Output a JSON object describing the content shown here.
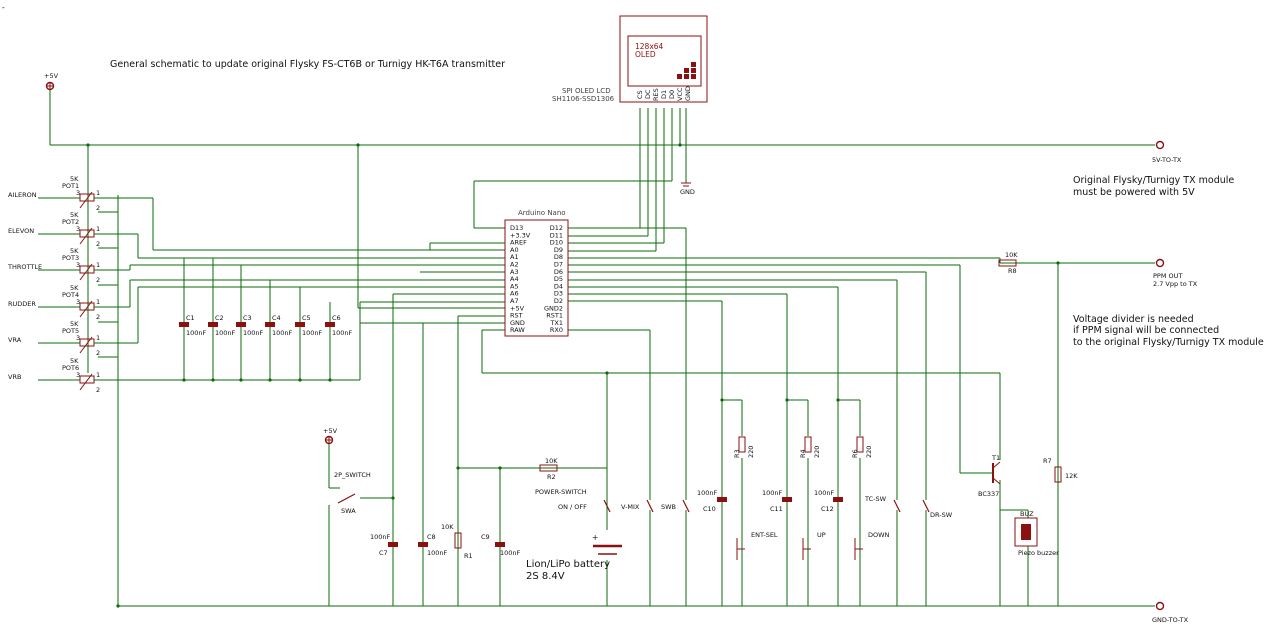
{
  "title": "General schematic to update original Flysky FS-CT6B  or Turnigy HK-T6A transmitter",
  "notes": {
    "power_note_1": "Original Flysky/Turnigy TX module",
    "power_note_2": "must be powered with 5V",
    "divider_note_1": "Voltage divider is needed",
    "divider_note_2": "if PPM signal will be connected",
    "divider_note_3": "to the original Flysky/Turnigy TX module"
  },
  "oled": {
    "screen_line1": "128x64",
    "screen_line2": "OLED",
    "label_1": "SPI OLED LCD",
    "label_2": "SH1106-SSD1306",
    "pins": [
      "CS",
      "DC",
      "RES",
      "D1",
      "D0",
      "VCC",
      "GND"
    ]
  },
  "nano": {
    "title": "Arduino Nano",
    "left_pins": [
      "D13",
      "+3.3V",
      "AREF",
      "A0",
      "A1",
      "A2",
      "A3",
      "A4",
      "A5",
      "A6",
      "A7",
      "+5V",
      "RST",
      "GND",
      "RAW"
    ],
    "right_pins": [
      "D12",
      "D11",
      "D10",
      "D9",
      "D8",
      "D7",
      "D6",
      "D5",
      "D4",
      "D3",
      "D2",
      "GND2",
      "RST1",
      "TX1",
      "RX0"
    ]
  },
  "power": {
    "vcc_top": "+5V",
    "vcc_switch": "+5V",
    "gnd_oled": "GND",
    "out_5v": "5V-TO-TX",
    "out_ppm": "PPM OUT",
    "out_ppm_sub": "2.7 Vpp to TX",
    "out_gnd": "GND-TO-TX"
  },
  "pots": [
    {
      "channel": "AILERON",
      "value": "5K",
      "name": "POT1"
    },
    {
      "channel": "ELEVON",
      "value": "5K",
      "name": "POT2"
    },
    {
      "channel": "THROTTLE",
      "value": "5K",
      "name": "POT3"
    },
    {
      "channel": "RUDDER",
      "value": "5K",
      "name": "POT4"
    },
    {
      "channel": "VRA",
      "value": "5K",
      "name": "POT5"
    },
    {
      "channel": "VRB",
      "value": "5K",
      "name": "POT6"
    }
  ],
  "pot_pin_numbers": [
    "1",
    "2",
    "3"
  ],
  "caps_row": [
    {
      "name": "C1",
      "value": "100nF"
    },
    {
      "name": "C2",
      "value": "100nF"
    },
    {
      "name": "C3",
      "value": "100nF"
    },
    {
      "name": "C4",
      "value": "100nF"
    },
    {
      "name": "C5",
      "value": "100nF"
    },
    {
      "name": "C6",
      "value": "100nF"
    }
  ],
  "components": {
    "r8_value": "10K",
    "r8_name": "R8",
    "r7_name": "R7",
    "r7_value": "12K",
    "r2_value": "10K",
    "r2_name": "R2",
    "r1_value": "10K",
    "r1_name": "R1",
    "r3_name": "R3",
    "r3_value": "220",
    "r4_name": "R4",
    "r4_value": "220",
    "r6_name": "R6",
    "r6_value": "220",
    "t1_name": "T1",
    "t1_part": "BC337",
    "buz_name": "BUZ",
    "buz_label": "Piezo buzzer",
    "c7_name": "C7",
    "c7_value": "100nF",
    "c8_name": "C8",
    "c8_value": "100nF",
    "c9_name": "C9",
    "c9_value": "100nF",
    "c10_name": "C10",
    "c10_value": "100nF",
    "c11_name": "C11",
    "c11_value": "100nF",
    "c12_name": "C12",
    "c12_value": "100nF",
    "battery_1": "Lion/LiPo battery",
    "battery_2": "2S 8.4V",
    "switch_2p": "2P_SWITCH",
    "swa": "SWA",
    "power_switch": "POWER-SWITCH",
    "on_off": "ON / OFF",
    "v_mix": "V-MIX",
    "swb": "SWB",
    "ent_sel": "ENT-SEL",
    "up": "UP",
    "down": "DOWN",
    "tc_sw": "TC-SW",
    "dr_sw": "DR-SW"
  }
}
